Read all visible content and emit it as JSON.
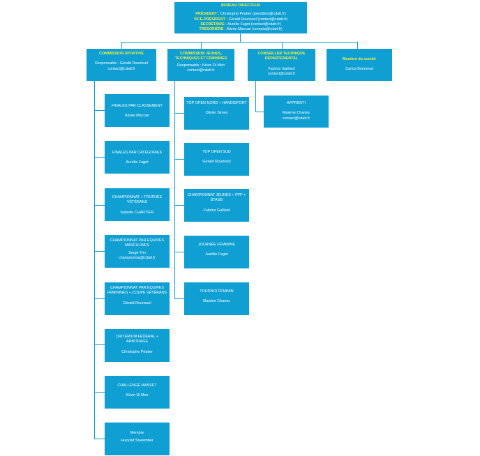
{
  "colors": {
    "box": "#0f9fd3",
    "accent": "#f3ef3d",
    "text": "#ffffff"
  },
  "bureau": {
    "title": "BUREAU DIRECTEUR",
    "president_role": "PRÉSIDENT :",
    "president": "Christophe Péatier (president@cdatt.fr)",
    "vice_role": "VICE-PRÉSIDENT :",
    "vice": "Gérald Rourissol (contact@cdatt.fr)",
    "secretaire_role": "SECRÉTAIRE :",
    "secretaire": "Aurélie Fagot (contact@cdatt.fr)",
    "tresoriere_role": "TRÉSORIÈRE :",
    "tresoriere": "Alizée Maccari (compta@cdatt.fr)"
  },
  "sportive": {
    "title": "COMMISSION SPORTIVE",
    "resp": "Responsable : Gérald Rourissol",
    "email": "contact@cdatt.fr",
    "items": [
      {
        "title": "FINALES PAR CLASSEMENT",
        "name": "Alizée Maccari"
      },
      {
        "title": "FINALES PAR CATÉGORIES",
        "name": "Aurélie Fagot"
      },
      {
        "title": "CHAMPIONNAT + TROPHÉE VÉTÉRANS",
        "name": "Isabelle CHARTIER"
      },
      {
        "title": "CHAMPIONNAT PAR ÉQUIPES MASCULINES",
        "name": "Sergé Trin",
        "email": "championnat@cdatt.fr"
      },
      {
        "title": "CHAMPIONNAT PAR ÉQUIPES FÉMININES + COUPE VÉTÉRANS",
        "name": "Gérald Rourissol"
      },
      {
        "title": "CRITÉRIUM FÉDÉRAL + ARBITRAGE",
        "name": "Christophe Péatier"
      },
      {
        "title": "CHALLENGE MASSET",
        "name": "Kévin Di Meo"
      },
      {
        "title": "Membre",
        "name": "Huzylait Sowember"
      }
    ]
  },
  "jeunes": {
    "title": "COMMISSION JEUNES, TECHNIQUES ET FÉMININES",
    "resp": "Responsable : Kévin Di Meo",
    "email": "contact@cdatt.fr",
    "items": [
      {
        "title": "TOP OPEN NORD + HANDISPORT",
        "name": "Olivier Simeo"
      },
      {
        "title": "TOP OPEN SUD",
        "name": "Gérald Rourissol"
      },
      {
        "title": "CHAMPIONNAT JEUNES + PPP + STAGE",
        "name": "Fabrice Gaillard"
      },
      {
        "title": "JOURNÉE FÉMININE",
        "name": "Aurélie Fagot"
      },
      {
        "title": "TOURNOI FÉMININ",
        "name": "Maxime Chanes"
      }
    ]
  },
  "conseiller": {
    "title": "CONSEILLER TECHNIQUE DÉPARTEMENTAL",
    "name": "Fabrice Gaillard",
    "email": "contact@cdatt.fr",
    "apprenti": {
      "title": "APPRENTI",
      "name": "Maxime Chanes",
      "email": "contact@cdatt.fr"
    }
  },
  "comite": {
    "title": "Membre du comité",
    "name": "Carlos Bonneval"
  }
}
